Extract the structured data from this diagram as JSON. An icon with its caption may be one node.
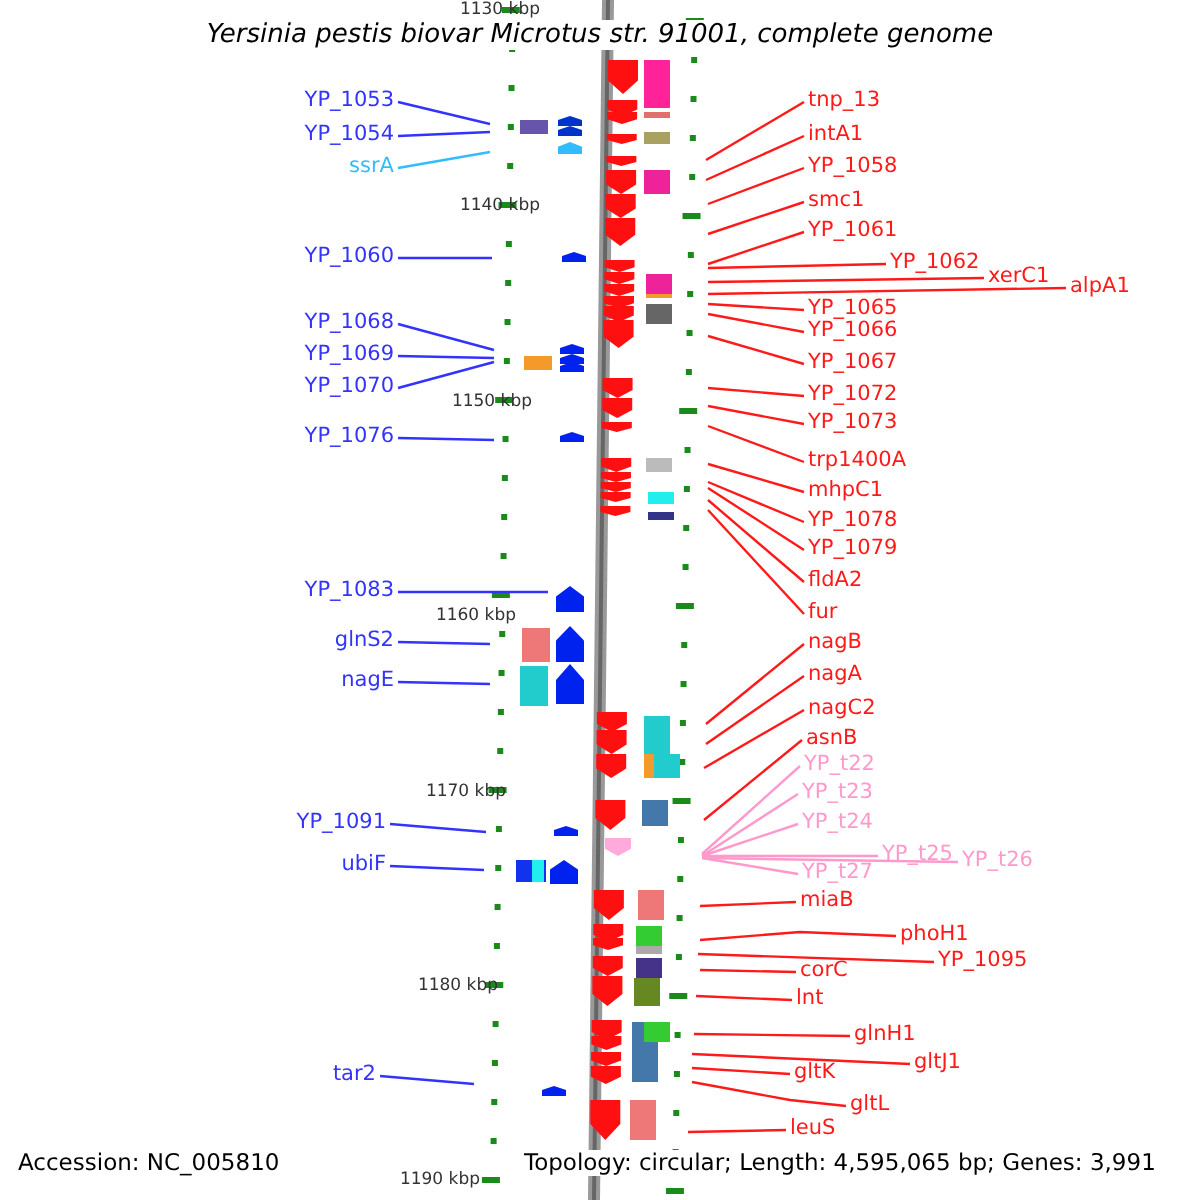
{
  "diagram": {
    "title": "Yersinia pestis biovar Microtus str. 91001, complete genome",
    "nodes": [
      {
        "text": [
          "YP_1053"
        ]
      },
      {
        "text": [
          "YP_1054"
        ]
      },
      {
        "text": [
          "ssrA"
        ]
      },
      {
        "text": [
          "YP_1060"
        ]
      },
      {
        "text": [
          "YP_1068"
        ]
      },
      {
        "text": [
          "YP_1069"
        ]
      },
      {
        "text": [
          "YP_1070"
        ]
      },
      {
        "text": [
          "YP_1076"
        ]
      },
      {
        "text": [
          "YP_1083"
        ]
      },
      {
        "text": [
          "glnS2"
        ]
      },
      {
        "text": [
          "nagE"
        ]
      },
      {
        "text": [
          "YP_1091"
        ]
      },
      {
        "text": [
          "ubiF"
        ]
      },
      {
        "text": [
          "tar2"
        ]
      },
      {
        "text": [
          "tnp_13"
        ]
      },
      {
        "text": [
          "intA1"
        ]
      },
      {
        "text": [
          "YP_1058"
        ]
      },
      {
        "text": [
          "smc1"
        ]
      },
      {
        "text": [
          "YP_1061"
        ]
      },
      {
        "text": [
          "YP_1062"
        ]
      },
      {
        "text": [
          "xerC1"
        ]
      },
      {
        "text": [
          "alpA1"
        ]
      },
      {
        "text": [
          "YP_1065"
        ]
      },
      {
        "text": [
          "YP_1066"
        ]
      },
      {
        "text": [
          "YP_1067"
        ]
      },
      {
        "text": [
          "YP_1072"
        ]
      },
      {
        "text": [
          "YP_1073"
        ]
      },
      {
        "text": [
          "trp1400A"
        ]
      },
      {
        "text": [
          "mhpC1"
        ]
      },
      {
        "text": [
          "YP_1078"
        ]
      },
      {
        "text": [
          "YP_1079"
        ]
      },
      {
        "text": [
          "fldA2"
        ]
      },
      {
        "text": [
          "fur"
        ]
      },
      {
        "text": [
          "nagB"
        ]
      },
      {
        "text": [
          "nagA"
        ]
      },
      {
        "text": [
          "nagC2"
        ]
      },
      {
        "text": [
          "asnB"
        ]
      },
      {
        "text": [
          "YP_t22"
        ]
      },
      {
        "text": [
          "YP_t23"
        ]
      },
      {
        "text": [
          "YP_t24"
        ]
      },
      {
        "text": [
          "YP_t25"
        ]
      },
      {
        "text": [
          "YP_t26"
        ]
      },
      {
        "text": [
          "YP_t27"
        ]
      },
      {
        "text": [
          "miaB"
        ]
      },
      {
        "text": [
          "phoH1"
        ]
      },
      {
        "text": [
          "YP_1095"
        ]
      },
      {
        "text": [
          "corC"
        ]
      },
      {
        "text": [
          "lnt"
        ]
      },
      {
        "text": [
          "glnH1"
        ]
      },
      {
        "text": [
          "gltJ1"
        ]
      },
      {
        "text": [
          "gltK"
        ]
      },
      {
        "text": [
          "gltL"
        ]
      },
      {
        "text": [
          "leuS"
        ]
      }
    ],
    "edges": [
      {
        "from": 0,
        "to": null,
        "arrow": "none",
        "color": "#3333ff"
      },
      {
        "from": 1,
        "to": null,
        "arrow": "none",
        "color": "#3333ff"
      },
      {
        "from": 2,
        "to": null,
        "arrow": "none",
        "color": "#33bbff"
      },
      {
        "from": 3,
        "to": null,
        "arrow": "none",
        "color": "#3333ff"
      },
      {
        "from": 4,
        "to": null,
        "arrow": "none",
        "color": "#3333ff"
      },
      {
        "from": 5,
        "to": null,
        "arrow": "none",
        "color": "#3333ff"
      },
      {
        "from": 6,
        "to": null,
        "arrow": "none",
        "color": "#3333ff"
      },
      {
        "from": 7,
        "to": null,
        "arrow": "none",
        "color": "#3333ff"
      },
      {
        "from": 8,
        "to": null,
        "arrow": "none",
        "color": "#3333ff"
      },
      {
        "from": 9,
        "to": null,
        "arrow": "none",
        "color": "#3333ff"
      },
      {
        "from": 10,
        "to": null,
        "arrow": "none",
        "color": "#3333ff"
      },
      {
        "from": 11,
        "to": null,
        "arrow": "none",
        "color": "#3333ff"
      },
      {
        "from": 12,
        "to": null,
        "arrow": "none",
        "color": "#3333ff"
      },
      {
        "from": 13,
        "to": null,
        "arrow": "none",
        "color": "#3333ff"
      },
      {
        "from": 14,
        "to": null,
        "arrow": "none"
      },
      {
        "from": 15,
        "to": null,
        "arrow": "none"
      },
      {
        "from": 16,
        "to": null,
        "arrow": "none"
      },
      {
        "from": 17,
        "to": null,
        "arrow": "none"
      },
      {
        "from": 18,
        "to": null,
        "arrow": "none"
      },
      {
        "from": 19,
        "to": null,
        "arrow": "none"
      },
      {
        "from": 20,
        "to": null,
        "arrow": "none"
      },
      {
        "from": 21,
        "to": null,
        "arrow": "none"
      },
      {
        "from": 22,
        "to": null,
        "arrow": "none"
      },
      {
        "from": 23,
        "to": null,
        "arrow": "none"
      },
      {
        "from": 24,
        "to": null,
        "arrow": "none"
      },
      {
        "from": 25,
        "to": null,
        "arrow": "none"
      },
      {
        "from": 26,
        "to": null,
        "arrow": "none"
      },
      {
        "from": 27,
        "to": null,
        "arrow": "none"
      },
      {
        "from": 28,
        "to": null,
        "arrow": "none"
      },
      {
        "from": 29,
        "to": null,
        "arrow": "none"
      },
      {
        "from": 30,
        "to": null,
        "arrow": "none"
      },
      {
        "from": 31,
        "to": null,
        "arrow": "none"
      },
      {
        "from": 32,
        "to": null,
        "arrow": "none"
      },
      {
        "from": 33,
        "to": null,
        "arrow": "none"
      },
      {
        "from": 34,
        "to": null,
        "arrow": "none"
      },
      {
        "from": 35,
        "to": null,
        "arrow": "none"
      },
      {
        "from": 36,
        "to": null,
        "arrow": "none"
      },
      {
        "from": 37,
        "to": null,
        "arrow": "none",
        "color": "#ff99cc"
      },
      {
        "from": 38,
        "to": null,
        "arrow": "none",
        "color": "#ff99cc"
      },
      {
        "from": 39,
        "to": null,
        "arrow": "none",
        "color": "#ff99cc"
      },
      {
        "from": 40,
        "to": null,
        "arrow": "none",
        "color": "#ff99cc"
      },
      {
        "from": 41,
        "to": null,
        "arrow": "none",
        "color": "#ff99cc"
      },
      {
        "from": 42,
        "to": null,
        "arrow": "none",
        "color": "#ff99cc"
      },
      {
        "from": 43,
        "to": null,
        "arrow": "none"
      },
      {
        "from": 44,
        "to": null,
        "arrow": "none"
      },
      {
        "from": 45,
        "to": null,
        "arrow": "none"
      },
      {
        "from": 46,
        "to": null,
        "arrow": "none"
      },
      {
        "from": 47,
        "to": null,
        "arrow": "none"
      },
      {
        "from": 48,
        "to": null,
        "arrow": "none"
      },
      {
        "from": 49,
        "to": null,
        "arrow": "none"
      },
      {
        "from": 50,
        "to": null,
        "arrow": "none"
      },
      {
        "from": 51,
        "to": null,
        "arrow": "none"
      },
      {
        "from": 52,
        "to": null,
        "arrow": "none"
      }
    ],
    "labels": [
      "1130 kbp",
      "1140 kbp",
      "1150 kbp",
      "1160 kbp",
      "1170 kbp",
      "1180 kbp",
      "Accession: NC_005810",
      "Topology: circular; Length: 4,595,065 bp; Genes: 3,991",
      "1190 kbp"
    ]
  }
}
